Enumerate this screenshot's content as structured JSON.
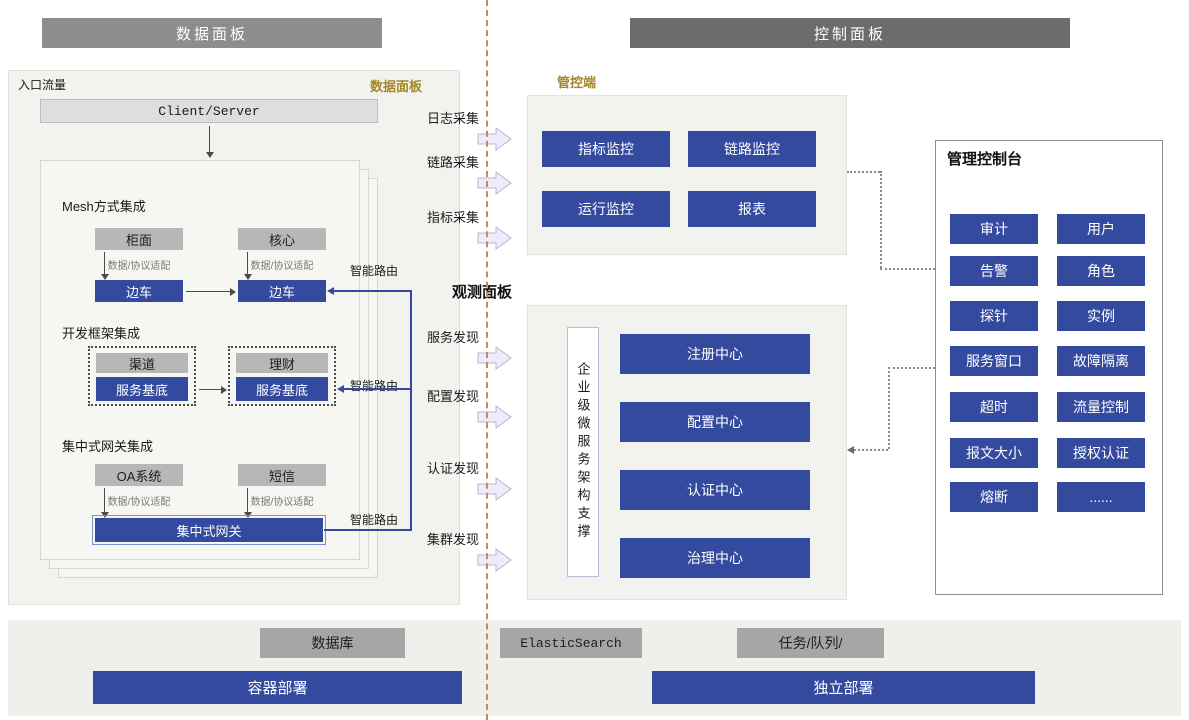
{
  "colors": {
    "blue": "#344a9e",
    "gray_box": "#b7b7b7",
    "header_left": "#8d8d8d",
    "header_right": "#6c6c6c",
    "gold": "#a5862c",
    "divider": "#c98a5a"
  },
  "headers": {
    "left": "数据面板",
    "right": "控制面板"
  },
  "left_panel": {
    "entry_label": "入口流量",
    "gold_title": "数据面板",
    "client_server": "Client/Server",
    "mesh_title": "Mesh方式集成",
    "counter_box": "柜面",
    "core_box": "核心",
    "adapter_label": "数据/协议适配",
    "sidecar_label": "边车",
    "framework_title": "开发框架集成",
    "channel_box": "渠道",
    "wealth_box": "理财",
    "service_base_label": "服务基底",
    "gateway_title": "集中式网关集成",
    "oa_box": "OA系统",
    "sms_box": "短信",
    "gateway_bar": "集中式网关",
    "smart_route_label": "智能路由"
  },
  "middle": {
    "collect": [
      "日志采集",
      "链路采集",
      "指标采集"
    ],
    "observe_title": "观测面板",
    "discover": [
      "服务发现",
      "配置发现",
      "认证发现",
      "集群发现"
    ]
  },
  "control_top": {
    "title": "管控端",
    "buttons": [
      "指标监控",
      "链路监控",
      "运行监控",
      "报表"
    ]
  },
  "observe_panel": {
    "vertical_label": "企业级微服务架构支撑",
    "buttons": [
      "注册中心",
      "配置中心",
      "认证中心",
      "治理中心"
    ]
  },
  "console": {
    "title": "管理控制台",
    "buttons": [
      "审计",
      "用户",
      "告警",
      "角色",
      "探针",
      "实例",
      "服务窗口",
      "故障隔离",
      "超时",
      "流量控制",
      "报文大小",
      "授权认证",
      "熔断",
      "......"
    ]
  },
  "bottom": {
    "gray_boxes": [
      "数据库",
      "ElasticSearch",
      "任务/队列/"
    ],
    "blue_bars": [
      "容器部署",
      "独立部署"
    ]
  }
}
